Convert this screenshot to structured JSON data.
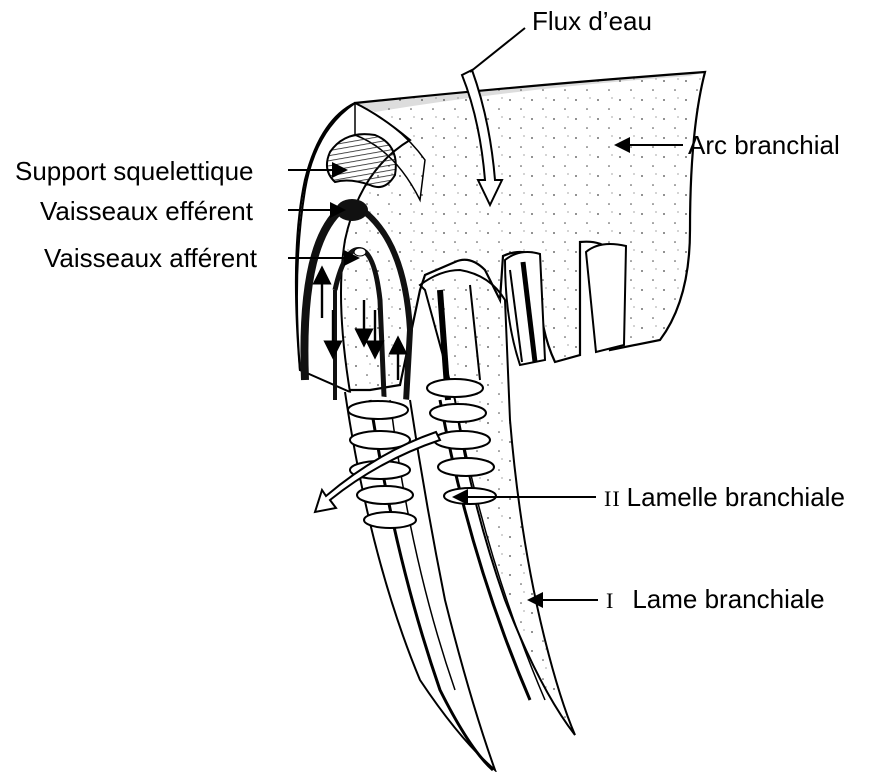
{
  "figure": {
    "labels": {
      "water_flow": "Flux d’eau",
      "gill_arch": "Arc branchial",
      "skeletal_support": "Support squelettique",
      "efferent_vessels": "Vaisseaux efférent",
      "afferent_vessels": "Vaisseaux afférent",
      "gill_lamella": "Lamelle branchiale",
      "gill_lamella_marker": "II",
      "gill_filament": "Lame branchiale",
      "gill_filament_marker": "I"
    },
    "colors": {
      "ink": "#000000",
      "background": "#ffffff",
      "vessel": "#111111",
      "skeletal_hatch": "#222222"
    }
  }
}
